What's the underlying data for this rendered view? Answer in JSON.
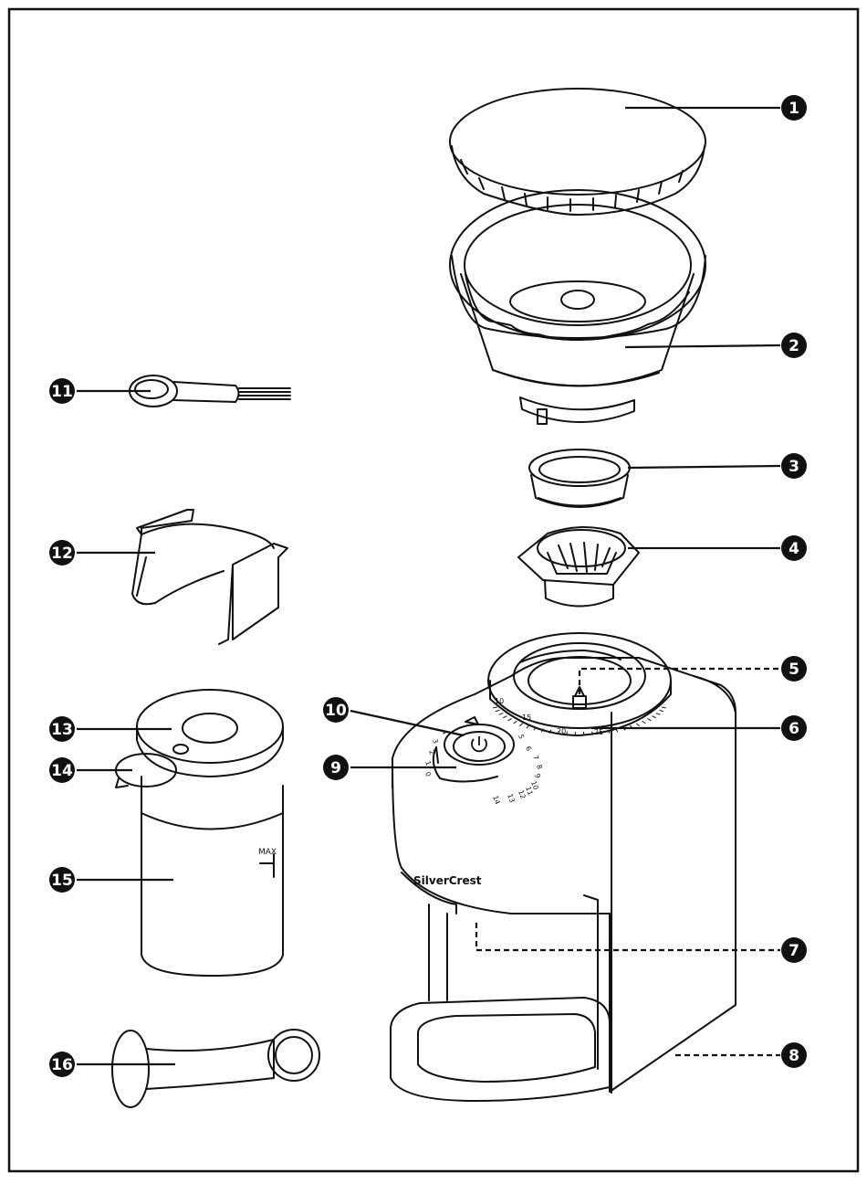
{
  "brand": "SilverCrest",
  "container_mark": "MAX",
  "grind_scale_outer": [
    "10",
    "15",
    "20",
    "25"
  ],
  "grind_scale_inner": [
    "0",
    "1",
    "2",
    "3",
    "4",
    "5",
    "6",
    "7",
    "8",
    "9",
    "10",
    "11",
    "12",
    "13",
    "14"
  ],
  "callouts": [
    {
      "id": "1",
      "text": "1",
      "style": "solid"
    },
    {
      "id": "2",
      "text": "2",
      "style": "solid"
    },
    {
      "id": "3",
      "text": "3",
      "style": "solid"
    },
    {
      "id": "4",
      "text": "4",
      "style": "solid"
    },
    {
      "id": "5",
      "text": "5",
      "style": "dashed"
    },
    {
      "id": "6",
      "text": "6",
      "style": "solid"
    },
    {
      "id": "7",
      "text": "7",
      "style": "dashed"
    },
    {
      "id": "8",
      "text": "8",
      "style": "dashed"
    },
    {
      "id": "9",
      "text": "9",
      "style": "solid"
    },
    {
      "id": "10",
      "text": "10",
      "style": "solid"
    },
    {
      "id": "11",
      "text": "11",
      "style": "solid"
    },
    {
      "id": "12",
      "text": "12",
      "style": "solid"
    },
    {
      "id": "13",
      "text": "13",
      "style": "solid"
    },
    {
      "id": "14",
      "text": "14",
      "style": "solid"
    },
    {
      "id": "15",
      "text": "15",
      "style": "solid"
    },
    {
      "id": "16",
      "text": "16",
      "style": "solid"
    }
  ],
  "colors": {
    "line": "#111111",
    "background": "#ffffff",
    "marker": "#111111"
  },
  "icons": {
    "power_button": "power-icon"
  }
}
